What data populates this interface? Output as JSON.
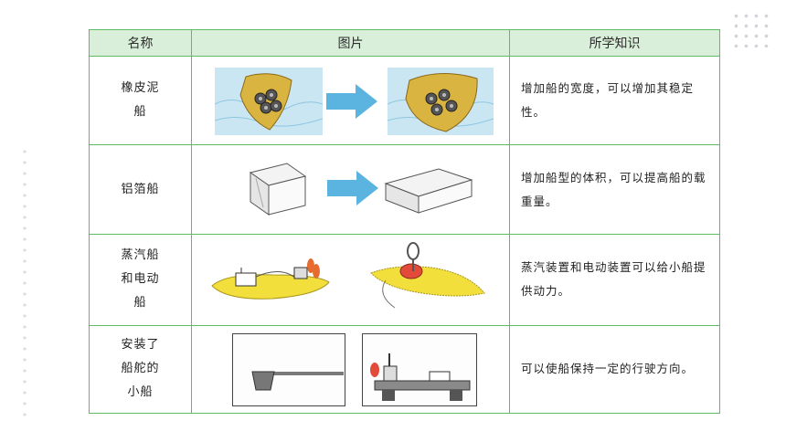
{
  "headers": {
    "name": "名称",
    "picture": "图片",
    "knowledge": "所学知识"
  },
  "rows": [
    {
      "name": "橡皮泥船",
      "knowledge": "增加船的宽度，可以增加其稳定性。"
    },
    {
      "name": "铝箔船",
      "knowledge": "增加船型的体积，可以提高船的载重量。"
    },
    {
      "name": "蒸汽船和电动船",
      "knowledge": "蒸汽装置和电动装置可以给小船提供动力。"
    },
    {
      "name": "安装了船舵的小船",
      "knowledge": "可以使船保持一定的行驶方向。"
    }
  ],
  "colors": {
    "border": "#5dbb63",
    "header_bg": "#d9efda",
    "arrow": "#5bb4e0"
  }
}
